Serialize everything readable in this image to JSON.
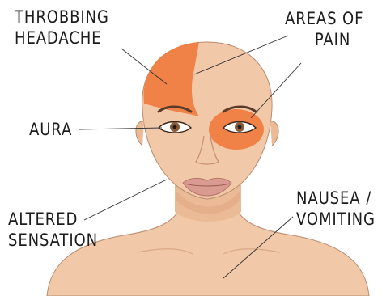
{
  "labels": {
    "throbbing_headache": [
      "THROBBING",
      "HEADACHE"
    ],
    "areas_of_pain": [
      "AREAS OF",
      "PAIN"
    ],
    "aura": "AURA",
    "altered_sensation": [
      "ALTERED",
      "SENSATION"
    ],
    "nausea_vomiting": [
      "NAUSEA /",
      "VOMITING"
    ]
  },
  "colors": {
    "skin": "#f2c9a8",
    "skin_shadow": "#e2aa86",
    "pain": "#f07a3c",
    "lips": "#d99b90",
    "iris": "#8a5a36",
    "text": "#1c1c1c"
  }
}
